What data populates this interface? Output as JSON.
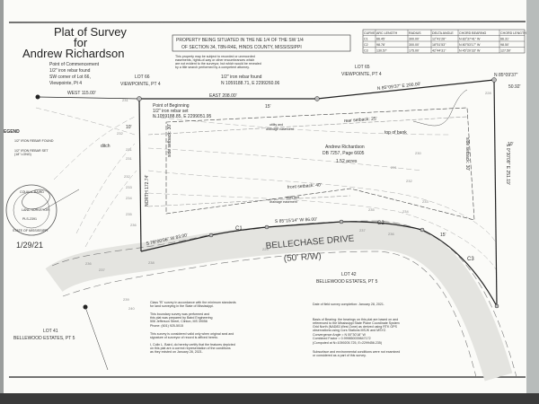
{
  "title": {
    "line1": "Plat of Survey",
    "line2": "for",
    "line3": "Andrew Richardson"
  },
  "situation": {
    "line1": "PROPERTY BEING SITUATED IN THE NE 1/4 OF THE SW 1/4",
    "line2": "OF SECTION 34, T8N-R4E, HINDS COUNTY, MISSISSIPPI"
  },
  "disclaimer": [
    "This property may be subject to recorded or unrecorded",
    "easements, rights-of-way or other encumbrances which",
    "are not evident to the surveyor, but which would be revealed",
    "by a title search performed by a competent attorney."
  ],
  "curve_table": {
    "headers": [
      "CURVE",
      "ARC LENGTH",
      "RADIUS",
      "DELTA ANGLE",
      "CHORD BEARING",
      "CHORD LENGTH"
    ],
    "rows": [
      [
        "C1",
        "66.45'",
        "300.00'",
        "12°41'26\"",
        "N 83°37'41\" W",
        "66.31'"
      ],
      [
        "C2",
        "98.78'",
        "300.00'",
        "18°51'53\"",
        "N 80°53'17\" W",
        "98.50'"
      ],
      [
        "C3",
        "130.57'",
        "175.00'",
        "42°44'31\"",
        "N 45°20'33\" W",
        "127.50'"
      ]
    ]
  },
  "commencement": [
    "Point of Commencement",
    "1/2\" iron rebar found",
    "SW corner of Lot 66,",
    "Viewpointe, Pt 4"
  ],
  "beginning": [
    "Point of Beginning",
    "1/2\" iron rebar set",
    "N 1059188.85, E 2299051.95"
  ],
  "rebar_found": [
    "1/2\" iron rebar found",
    "N 1059188.71, E 2299260.06"
  ],
  "lots": {
    "lot66": [
      "LOT 66",
      "VIEWPOINTE, PT 4"
    ],
    "lot65": [
      "LOT 65",
      "VIEWPOINTE, PT 4"
    ],
    "lot42": [
      "LOT 42",
      "BELLEWOOD ESTATES, PT 5"
    ],
    "lot41": [
      "LOT 41",
      "BELLEWOOD ESTATES, PT 5"
    ]
  },
  "bearings": {
    "west": "WEST  115.00'",
    "east": "EAST  208.00'",
    "north_line": "N 85°09'37\" E  200.00'",
    "ne_corner": "N 85°09'37\"",
    "ne_dist": "50.92'",
    "east_line": "S 0°30'08\" E  251.19'",
    "west_line": "NORTH  172.74'",
    "south1": "S 78°00'06\" W  83.00'",
    "south2": "S 85°15'14\" W  86.00'"
  },
  "curves": {
    "c1": "C1",
    "c2": "C2",
    "c3": "C3"
  },
  "setbacks": {
    "rear": "rear setback: 25'",
    "front": "front setback: 40'",
    "side_w": "side setback: 30'",
    "side_e": "side setback: 30'"
  },
  "easements": [
    "utility and",
    "drainage easement"
  ],
  "dims": {
    "d15": "15'",
    "d10a": "10'",
    "d10b": "10'",
    "d15b": "15'"
  },
  "features": {
    "top_of_bank": "top of bank",
    "ditch": "ditch"
  },
  "owner": {
    "name": "Andrew Richardson",
    "deed": "DB 7257, Page 6605",
    "area": "1.52 acres"
  },
  "road": {
    "name": "BELLECHASE DRIVE",
    "row": "(50' R/W)"
  },
  "contours": [
    "231",
    "232",
    "231",
    "231",
    "232",
    "233",
    "234",
    "235",
    "236",
    "230",
    "231",
    "232",
    "233",
    "234",
    "235",
    "237",
    "236",
    "239",
    "240",
    "238",
    "237",
    "236",
    "229",
    "228"
  ],
  "legend": {
    "title": "EGEND",
    "items": [
      "1/2\" IRON REBAR FOUND",
      "1/2\" IRON REBAR SET",
      "(18\" LONG)"
    ]
  },
  "seal": {
    "name": "COLIN L. BAIRD",
    "center": "LAND SURVEYOR",
    "number": "PLS-2391",
    "state": "STATE OF MISSISSIPPI",
    "date": "1/29/21"
  },
  "notes_left": [
    "Class \"B\" survey in accordance with the minimum standards",
    "for land surveying in the State of Mississippi.",
    "This boundary survey was performed and",
    "this plat was prepared by Baird Engineering",
    "506 Jefferson Street,  Clinton, MS 39056",
    "Phone: (601) 925-5015",
    "This survey is considered valid only when original seal and",
    "signature of surveyor of record is affixed hereto.",
    "I, Colin L. Baird, do hereby certify that the features depicted",
    "on this plat are a correct representation of the conditions",
    "as they existed on January 28, 2021."
  ],
  "notes_right": [
    "Date of field survey completion: January 28, 2021.",
    "Basis of Bearing: the bearings on this plat are based on and",
    "referenced to the Mississippi State Plane Coordinate System",
    "Grid North (NAD83-West Zone) as derived using RTK GPS",
    "observations using Cors Stations MSJK and MSYZ.",
    "Convergence Angle = N 00°30'18\" W",
    "Combined Factor = 0.999850039847172",
    "(Computed at N=1059205.725, E=2299456.235)",
    "Subsurface and environmental conditions were not examined",
    "or considered as a part of this survey."
  ],
  "colors": {
    "paper": "#fbfbf8",
    "ink": "#222222",
    "road_fill": "#e4e4e0",
    "background": "#9a9d9c"
  }
}
